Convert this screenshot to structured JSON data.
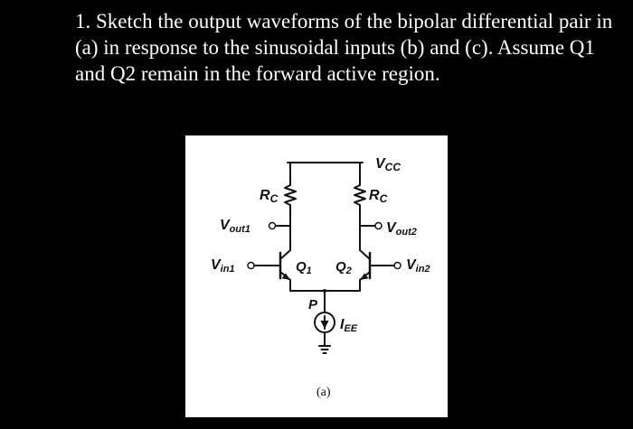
{
  "question": {
    "text": "1. Sketch the output waveforms of the bipolar differential pair in (a) in response to the sinusoidal inputs (b) and (c). Assume Q1 and Q2 remain in the forward active region."
  },
  "circuit": {
    "supply": "V",
    "supply_sub": "CC",
    "rc_left": "R",
    "rc_left_sub": "C",
    "rc_right": "R",
    "rc_right_sub": "C",
    "vout1": "V",
    "vout1_sub": "out1",
    "vout2": "V",
    "vout2_sub": "out2",
    "vin1": "V",
    "vin1_sub": "in1",
    "vin2": "V",
    "vin2_sub": "in2",
    "q1": "Q",
    "q1_sub": "1",
    "q2": "Q",
    "q2_sub": "2",
    "node_p": "P",
    "iee": "I",
    "iee_sub": "EE",
    "caption": "(a)"
  }
}
